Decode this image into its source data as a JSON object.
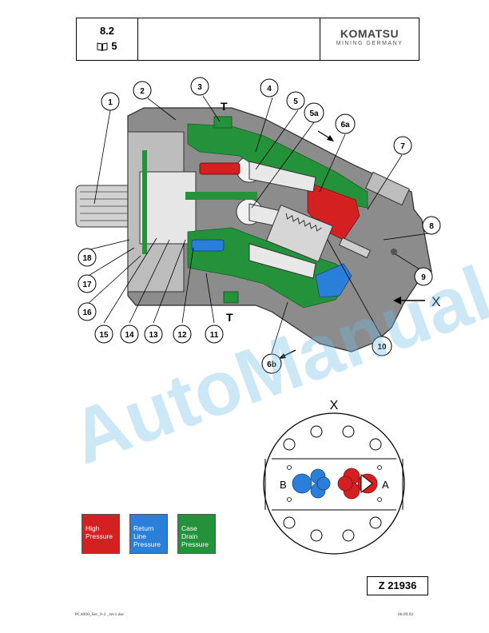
{
  "header": {
    "section": "8.2",
    "book_number": "5",
    "logo_name": "KOMATSU",
    "logo_sub": "MINING GERMANY"
  },
  "diagram": {
    "callouts": [
      "1",
      "2",
      "3",
      "4",
      "5",
      "5a",
      "6a",
      "7",
      "8",
      "9",
      "10",
      "6b",
      "11",
      "12",
      "13",
      "14",
      "15",
      "16",
      "17",
      "18"
    ],
    "port_t_top": "T",
    "port_t_bottom": "T",
    "view_arrow_label": "X",
    "view_title": "X",
    "port_b": "B",
    "port_a": "A"
  },
  "legend": [
    {
      "line1": "High",
      "line2": "Pressure",
      "color": "#d42020"
    },
    {
      "line1": "Return Line",
      "line2": "Pressure",
      "color": "#2a7fd8"
    },
    {
      "line1": "Case Drain",
      "line2": "Pressure",
      "color": "#23923a"
    }
  ],
  "colors": {
    "high_pressure": "#d42020",
    "return_line": "#2a7fd8",
    "case_drain": "#23923a",
    "housing": "#8c8c8c"
  },
  "reference": "Z 21936",
  "footer": {
    "file": "PC4000_Sec_8-2 _rev1.doc",
    "date": "06.09.02"
  },
  "watermark": "AutoManual"
}
